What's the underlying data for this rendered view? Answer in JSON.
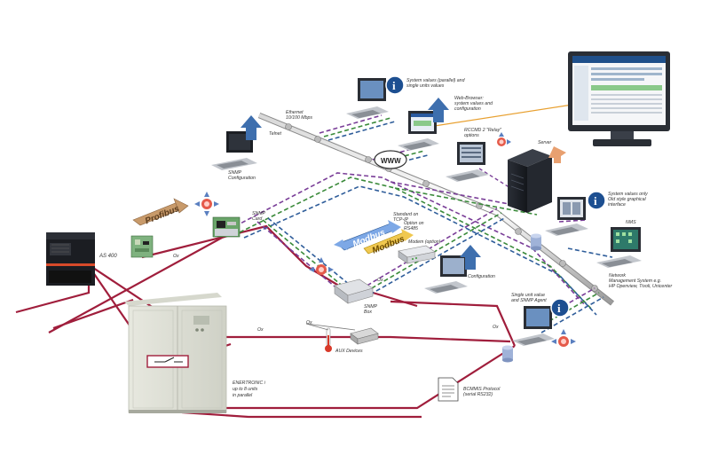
{
  "labels": {
    "as400": "AS 400",
    "profibus": "Profibus",
    "modbus_top": "Modbus",
    "modbus_bottom": "Modbus",
    "snmp_card": [
      "SNMP",
      "Card"
    ],
    "snmp_box": [
      "SNMP",
      "Box"
    ],
    "ethernet": [
      "Ethernet",
      "10/100 Mbps"
    ],
    "telnet": "Telnet",
    "snmp_config": [
      "SNMP",
      "Configuration"
    ],
    "system_values_parallel": [
      "System values (parallel) and",
      "single units values"
    ],
    "web_browser": [
      "Web-Browser:",
      "system values and",
      "configuration"
    ],
    "www": "WWW",
    "rccmd": [
      "RCCMD 2 \"Relay\"",
      "options"
    ],
    "server": "Server",
    "old_style": [
      "System values only",
      "Old style graphical",
      "interface"
    ],
    "nms": "NMS",
    "network_mgmt": [
      "Network",
      "Management System e.g.",
      "HP Openview, Tivoli, Unicenter"
    ],
    "std_tcpip": [
      "Standard on",
      "TCP-IP"
    ],
    "option_rs485": [
      "Option on",
      "RS485"
    ],
    "modem": "Modem (option)",
    "configuration": "Configuration",
    "single_unit": [
      "Single unit value",
      "and SNMP Agent"
    ],
    "aux_devices": "AUX Devices",
    "ups": [
      "ENERTRONIC i",
      "up to 8 units",
      "in parallel"
    ],
    "bcmmis": [
      "BCMMIS Protocol",
      "(serial RS232)"
    ],
    "ox_markers": [
      "Ox",
      "Ox",
      "Ox",
      "Ox",
      "Ox"
    ]
  },
  "colors": {
    "power_line": "#a01e3c",
    "ethernet_bus": "#a8a8a8",
    "dash_purple": "#7a3e98",
    "dash_green": "#3a8a3a",
    "dash_blue": "#2f5d9a",
    "modbus_blue": "#4a7fd0",
    "profibus_tan": "#c89a6a",
    "info_blue": "#1d4f91",
    "arrow_blue": "#3e6fae",
    "modem_yellow": "#e6b400"
  }
}
